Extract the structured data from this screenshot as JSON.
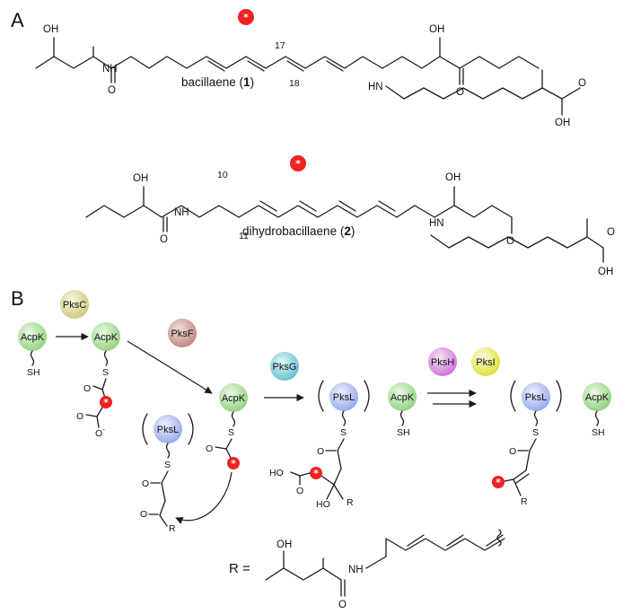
{
  "panel_a": {
    "letter": "A",
    "compound1": {
      "name": "bacillaene (",
      "number": "1",
      "close": ")",
      "atoms": {
        "oh_top": "OH",
        "oh_left": "OH",
        "nh_left": "NH",
        "o_left": "O",
        "o_right": "O",
        "hn": "HN",
        "o_acid": "O",
        "oh_acid": "OH"
      },
      "positions": {
        "c17": "17",
        "c18": "18"
      }
    },
    "compound2": {
      "name": "dihydrobacillaene (",
      "number": "2",
      "close": ")",
      "atoms": {
        "oh_top": "OH",
        "oh_left": "OH",
        "nh_left": "NH",
        "o_left": "O",
        "o_right": "O",
        "hn": "HN",
        "o_acid": "O",
        "oh_acid": "OH"
      },
      "positions": {
        "c10": "10",
        "c11": "11"
      }
    }
  },
  "panel_b": {
    "letter": "B",
    "enzymes": {
      "acpk": "AcpK",
      "pksl": "PksL",
      "pksc": "PksC",
      "pksf": "PksF",
      "pksg": "PksG",
      "pksh": "PksH",
      "pksi": "PksI"
    },
    "enzyme_colors": {
      "acpk": "#bfe8b0",
      "pksl": "#c2cdf5",
      "pksc": "#e7e6a8",
      "pksf": "#d8aaa5",
      "pksg": "#9fd9df",
      "pksh": "#e3a6e8",
      "pksi": "#f0f07a"
    },
    "atoms": {
      "sh": "SH",
      "s": "S",
      "o": "O",
      "o_minus": "O",
      "charge": "-",
      "r": "R",
      "ho": "HO",
      "oh": "HO"
    },
    "r_definition": {
      "label": "R =",
      "oh": "OH",
      "nh": "NH",
      "o": "O"
    }
  },
  "marker": {
    "symbol": "*",
    "color": "#ee2222"
  }
}
